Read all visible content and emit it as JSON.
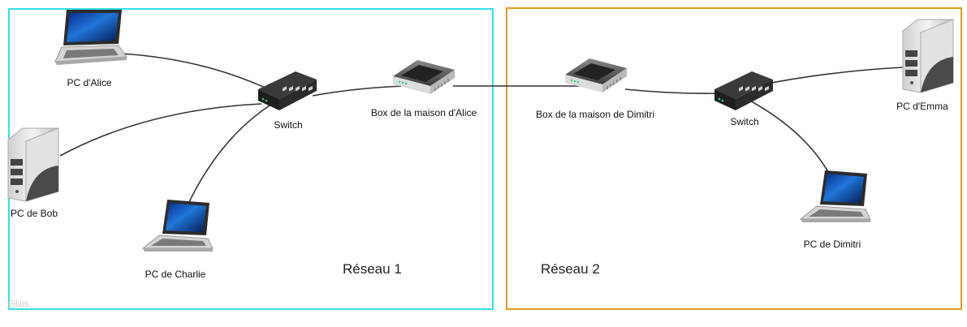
{
  "zones": {
    "network1": {
      "label": "Réseau 1",
      "color": "#33e0e6"
    },
    "network2": {
      "label": "Réseau 2",
      "color": "#e89a22"
    }
  },
  "nodes": {
    "pc_alice": {
      "label": "PC d'Alice",
      "icon": "laptop-icon"
    },
    "pc_bob": {
      "label": "PC de Bob",
      "icon": "tower-icon"
    },
    "pc_charlie": {
      "label": "PC de Charlie",
      "icon": "laptop-icon"
    },
    "switch1": {
      "label": "Switch",
      "icon": "switch-icon"
    },
    "box_alice": {
      "label": "Box de la maison d'Alice",
      "icon": "router-icon"
    },
    "box_dimitri": {
      "label": "Box de la maison de Dimitri",
      "icon": "router-icon"
    },
    "switch2": {
      "label": "Switch",
      "icon": "switch-icon"
    },
    "pc_emma": {
      "label": "PC d'Emma",
      "icon": "tower-icon"
    },
    "pc_dimitri": {
      "label": "PC de Dimitri",
      "icon": "laptop-icon"
    }
  },
  "watermark": "Filius"
}
